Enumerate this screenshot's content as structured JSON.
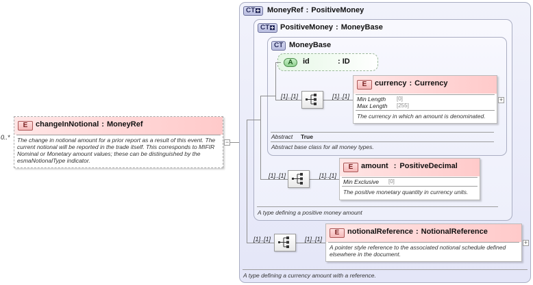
{
  "outer": {
    "badge": "CT",
    "name": "MoneyRef",
    "type": "PositiveMoney",
    "doc": "A type defining a currency amount with a reference."
  },
  "positive_money": {
    "badge": "CT",
    "name": "PositiveMoney",
    "type": "MoneyBase",
    "doc": "A type defining a positive money amount"
  },
  "money_base": {
    "badge": "CT",
    "name": "MoneyBase",
    "abstract_label": "Abstract",
    "abstract_value": "True",
    "doc": "Abstract base class for all money types."
  },
  "id_attribute": {
    "badge": "A",
    "name": "id",
    "type": ": ID"
  },
  "change_in_notional": {
    "badge": "E",
    "cardinality": "0..*",
    "name": "changeInNotional",
    "type": "MoneyRef",
    "doc": "The change in notional amount for a prior report as a result of this event. The current notional will be reported in the trade itself. This corresponds to MIFIR Nominal or Monetary amount values; these can be distinguished by the esmaNotionalType indicator."
  },
  "currency": {
    "badge": "E",
    "seq_cardinality": "[1]..[1]",
    "elem_cardinality": "[1]..[1]",
    "name": "currency",
    "type": "Currency",
    "facets": [
      {
        "label": "Min Length",
        "value": "[0]"
      },
      {
        "label": "Max Length",
        "value": "[255]"
      }
    ],
    "doc": "The currency in which an amount is denominated."
  },
  "amount": {
    "badge": "E",
    "seq_cardinality": "[1]..[1]",
    "elem_cardinality": "[1]..[1]",
    "name": "amount",
    "type": "PositiveDecimal",
    "facets": [
      {
        "label": "Min Exclusive",
        "value": "[0]"
      }
    ],
    "doc": "The positive monetary quantity in currency units."
  },
  "notional_reference": {
    "badge": "E",
    "seq_cardinality": "[1]..[1]",
    "elem_cardinality": "[1]..[1]",
    "name": "notionalReference",
    "type": "NotionalReference",
    "doc": "A pointer style reference to the associated notional schedule defined elsewhere in the document."
  },
  "colors": {
    "element_header": "#ffd4d4",
    "complex_type_bg": "#e4e6f8",
    "attribute_bg": "#e6f7e6"
  },
  "icons": [
    "sequence-icon",
    "expand-icon",
    "collapse-icon"
  ]
}
